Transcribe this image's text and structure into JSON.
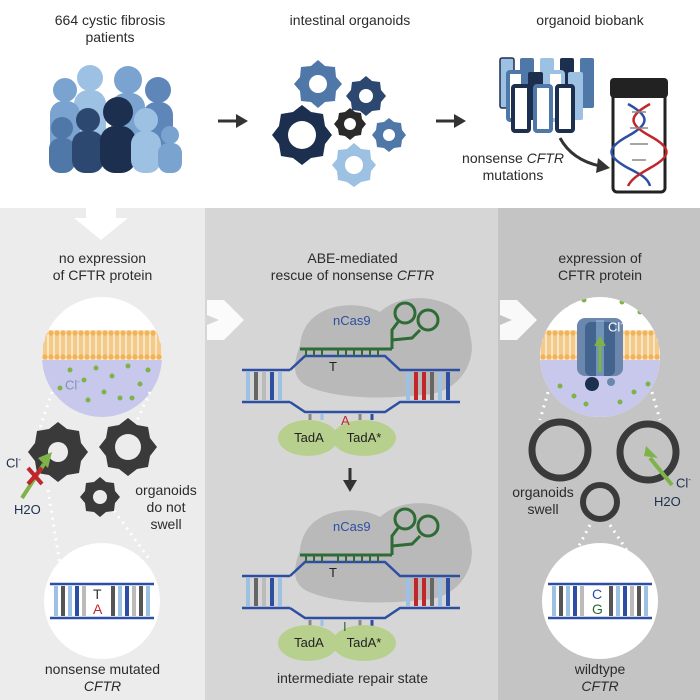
{
  "top": {
    "patients": "664 cystic fibrosis patients",
    "organoids": "intestinal organoids",
    "biobank": "organoid biobank",
    "nonsense_mutations_line1": "nonsense",
    "nonsense_mutations_gene": "CFTR",
    "nonsense_mutations_line2": "mutations"
  },
  "left": {
    "title_line1": "no expression",
    "title_line2": "of CFTR protein",
    "chloride": "Cl",
    "chloride_charge": "-",
    "chloride2": "Cl",
    "water": "H2O",
    "organoids_line1": "organoids",
    "organoids_line2": "do not",
    "organoids_line3": "swell",
    "dna_top_base": "T",
    "dna_bottom_base": "A",
    "footer_line1": "nonsense mutated",
    "footer_gene": "CFTR"
  },
  "middle": {
    "title_line1": "ABE-mediated",
    "title_line2": "rescue of nonsense",
    "title_gene": "CFTR",
    "ncas9_top": "nCas9",
    "ncas9_bottom": "nCas9",
    "base_T_top": "T",
    "base_A": "A",
    "base_T_bottom": "T",
    "base_I": "I",
    "tada_1": "TadA",
    "tada_2": "TadA*",
    "tada_3": "TadA",
    "tada_4": "TadA*",
    "footer": "intermediate repair state"
  },
  "right": {
    "title_line1": "expression of",
    "title_line2": "CFTR protein",
    "chloride": "Cl",
    "chloride2": "Cl",
    "water": "H2O",
    "organoids_line1": "organoids",
    "organoids_line2": "swell",
    "dna_top_base": "C",
    "dna_bottom_base": "G",
    "footer_line1": "wildtype",
    "footer_gene": "CFTR"
  },
  "colors": {
    "panel_left": "#ececec",
    "panel_middle": "#d6d6d6",
    "panel_right": "#c4c4c4",
    "dark_navy": "#1d2f4e",
    "mid_blue": "#4f77a7",
    "light_blue": "#9cc1e3",
    "organoid_dark": "#3a3a3a",
    "green": "#2e6b35",
    "tada_green": "#b8d08e",
    "red": "#c0262c",
    "membrane_orange": "#f2b25a",
    "lavender": "#c7c8ec",
    "dna_blue": "#2d4fa3"
  }
}
